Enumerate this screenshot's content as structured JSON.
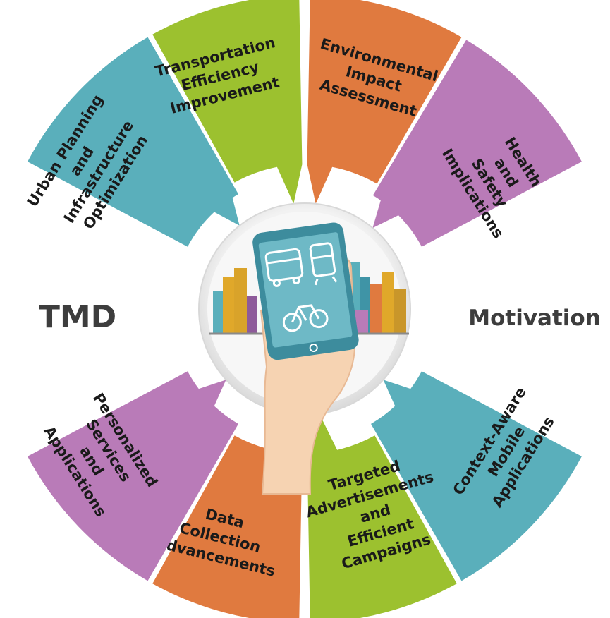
{
  "center_label_left": "TMD",
  "center_label_right": "Motivation",
  "segments": [
    {
      "id": "urban",
      "lines": [
        "Urban Planning",
        "and",
        "Infrastructure",
        "Optimization"
      ],
      "color": "#5aafbb"
    },
    {
      "id": "transport",
      "lines": [
        "Transportation",
        "Efficiency",
        "Improvement"
      ],
      "color": "#9cc12f"
    },
    {
      "id": "environment",
      "lines": [
        "Environmental",
        "Impact",
        "Assessment"
      ],
      "color": "#e07a3f"
    },
    {
      "id": "health",
      "lines": [
        "Health",
        "and",
        "Safety",
        "Implications"
      ],
      "color": "#b97bb8"
    },
    {
      "id": "context",
      "lines": [
        "Context-Aware",
        "Mobile",
        "Applications"
      ],
      "color": "#5aafbb"
    },
    {
      "id": "targeted",
      "lines": [
        "Targeted",
        "Advertisements",
        "and",
        "Efficient",
        "Campaigns"
      ],
      "color": "#9cc12f"
    },
    {
      "id": "datacollection",
      "lines": [
        "Data",
        "Collection",
        "Advancements"
      ],
      "color": "#e07a3f"
    },
    {
      "id": "personalized",
      "lines": [
        "Personalized",
        "Services",
        "and",
        "Applications"
      ],
      "color": "#b97bb8"
    }
  ],
  "icons": [
    "phone-in-hand-icon",
    "bus-icon",
    "tram-icon",
    "bicycle-icon",
    "city-skyline-icon"
  ]
}
